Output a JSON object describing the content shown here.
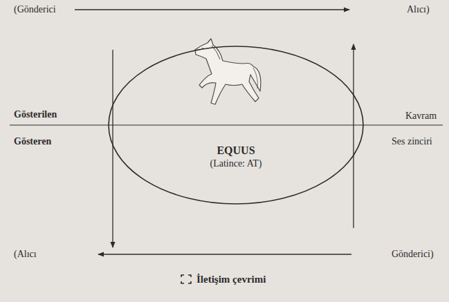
{
  "diagram": {
    "caption": "İletişim çevrimi",
    "nodes": [
      {
        "text": [
          "EQUUS",
          "(Latince: AT)"
        ]
      }
    ],
    "labels": [
      "(Gönderici",
      "Alıcı)",
      "Gösterilen",
      "Kavram",
      "Gösteren",
      "Ses zinciri",
      "(Alıcı",
      "Gönderici)"
    ]
  }
}
